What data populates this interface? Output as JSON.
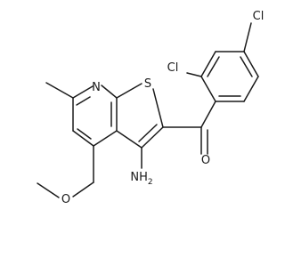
{
  "molecule": {
    "atoms": {
      "n1": "N",
      "s1": "S",
      "cl_ortho": "Cl",
      "cl_para": "Cl",
      "o_carbonyl": "O",
      "nh2_n": "NH",
      "nh2_sub": "2",
      "o_ether": "O"
    }
  }
}
